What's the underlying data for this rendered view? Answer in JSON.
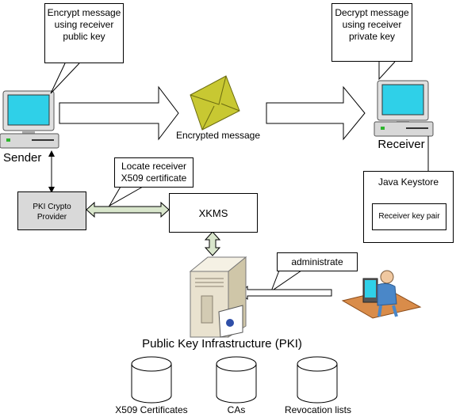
{
  "callouts": {
    "encrypt": "Encrypt message using receiver public key",
    "decrypt": "Decrypt message using receiver private key",
    "locate": "Locate receiver X509 certificate",
    "administrate": "administrate"
  },
  "labels": {
    "sender": "Sender",
    "receiver": "Receiver",
    "encrypted_message": "Encrypted message",
    "pki_crypto_provider": "PKI Crypto Provider",
    "xkms": "XKMS",
    "java_keystore": "Java Keystore",
    "receiver_key_pair": "Receiver key pair",
    "pki": "Public Key Infrastructure (PKI)"
  },
  "databases": [
    {
      "label": "X509 Certificates"
    },
    {
      "label": "CAs"
    },
    {
      "label": "Revocation lists"
    }
  ],
  "colors": {
    "screen": "#2fd0e8",
    "envelope": "#c8c832",
    "provider_fill": "#d9d9d9",
    "server_body": "#e9e2cf",
    "person": "#4a87c8",
    "desk": "#d98c4a"
  },
  "icons": {
    "sender_computer": "computer-icon",
    "receiver_computer": "computer-icon",
    "envelope": "envelope-icon",
    "server": "server-icon",
    "administrator": "person-at-desk-icon",
    "database": "database-cylinder-icon"
  }
}
